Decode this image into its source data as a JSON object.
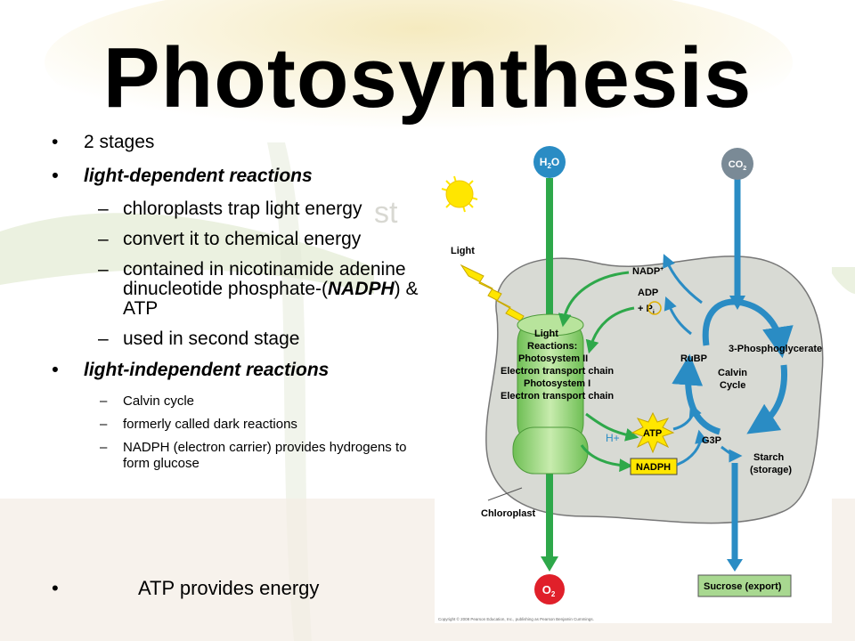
{
  "slide": {
    "title": "Photosynthesis",
    "bullets": {
      "b1": "2 stages",
      "b2": "light-dependent reactions",
      "b2a": "chloroplasts trap light energy",
      "b2b": "convert it to chemical energy",
      "b2c_pre": "contained in nicotinamide adenine dinucleotide phosphate-(",
      "b2c_em": "NADPH",
      "b2c_post": ") & ATP",
      "b2d": "used in  second stage",
      "b3": "light-independent reactions",
      "b3a": "Calvin cycle",
      "b3b": "formerly called dark reactions",
      "b3c": "NADPH (electron carrier) provides hydrogens to form glucose",
      "b4": "ATP provides energy"
    },
    "background_watermark": "st"
  },
  "diagram": {
    "h2o": "H",
    "h2o_sub": "2",
    "h2o_post": "O",
    "co2": "CO",
    "co2_sub": "2",
    "o2": "O",
    "o2_sub": "2",
    "light": "Light",
    "nadp": "NADP",
    "nadp_sup": "+",
    "adp": "ADP",
    "pi": "+ P",
    "pi_sub": "i",
    "lr1": "Light",
    "lr2": "Reactions:",
    "lr3": "Photosystem II",
    "lr4": "Electron transport chain",
    "lr5": "Photosystem I",
    "lr6": "Electron transport chain",
    "hplus": "H+",
    "atp": "ATP",
    "nadph": "NADPH",
    "rubp": "RuBP",
    "pga": "3-Phosphoglycerate",
    "calvin1": "Calvin",
    "calvin2": "Cycle",
    "g3p": "G3P",
    "starch1": "Starch",
    "starch2": "(storage)",
    "chloroplast": "Chloroplast",
    "sucrose": "Sucrose (export)",
    "copyright": "Copyright © 2008 Pearson Education, Inc., publishing as Pearson Benjamin Cummings."
  },
  "colors": {
    "green_arrow": "#2ea84a",
    "blue_arrow": "#2a8cc4",
    "h2o_circle": "#2a8cc4",
    "co2_circle": "#7a8a96",
    "o2_circle": "#e0202a",
    "chloroplast_fill": "#d8dad4",
    "thylakoid": "#9ad27a",
    "sun": "#ffe600",
    "atp_star": "#ffe600",
    "sucrose_box": "#a8d890"
  }
}
